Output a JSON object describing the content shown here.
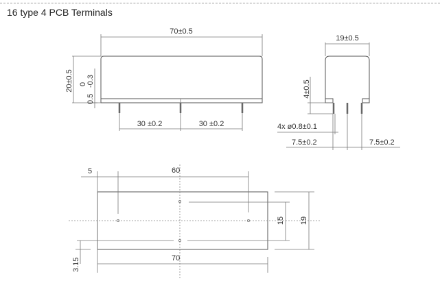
{
  "title": "16 type 4 PCB Terminals",
  "front_view": {
    "length": "70±0.5",
    "height": "20±0.5",
    "standoff_nominal": "0.5",
    "standoff_upper": "0",
    "standoff_lower": "-0.3",
    "pitch_left": "30 ±0.2",
    "pitch_right": "30 ±0.2"
  },
  "side_view": {
    "width": "19±0.5",
    "pin_length": "4±0.5",
    "pin_diameter": "4x ø0.8±0.1",
    "pitch_left": "7.5±0.2",
    "pitch_right": "7.5±0.2"
  },
  "footprint": {
    "offset": "5",
    "pitch": "60",
    "length": "70",
    "row_spacing": "15",
    "width": "19",
    "edge": "3.15"
  }
}
